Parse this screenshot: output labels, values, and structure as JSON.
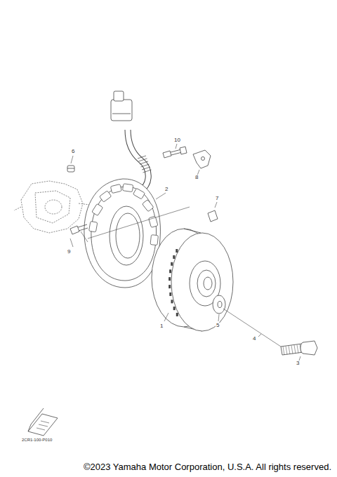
{
  "diagram": {
    "caption": "©2023 Yamaha Motor Corporation, U.S.A. All rights reserved.",
    "labels": [
      "6",
      "10",
      "8",
      "2",
      "7",
      "9",
      "1",
      "5",
      "4",
      "3",
      "2CR1-100-P010"
    ]
  }
}
